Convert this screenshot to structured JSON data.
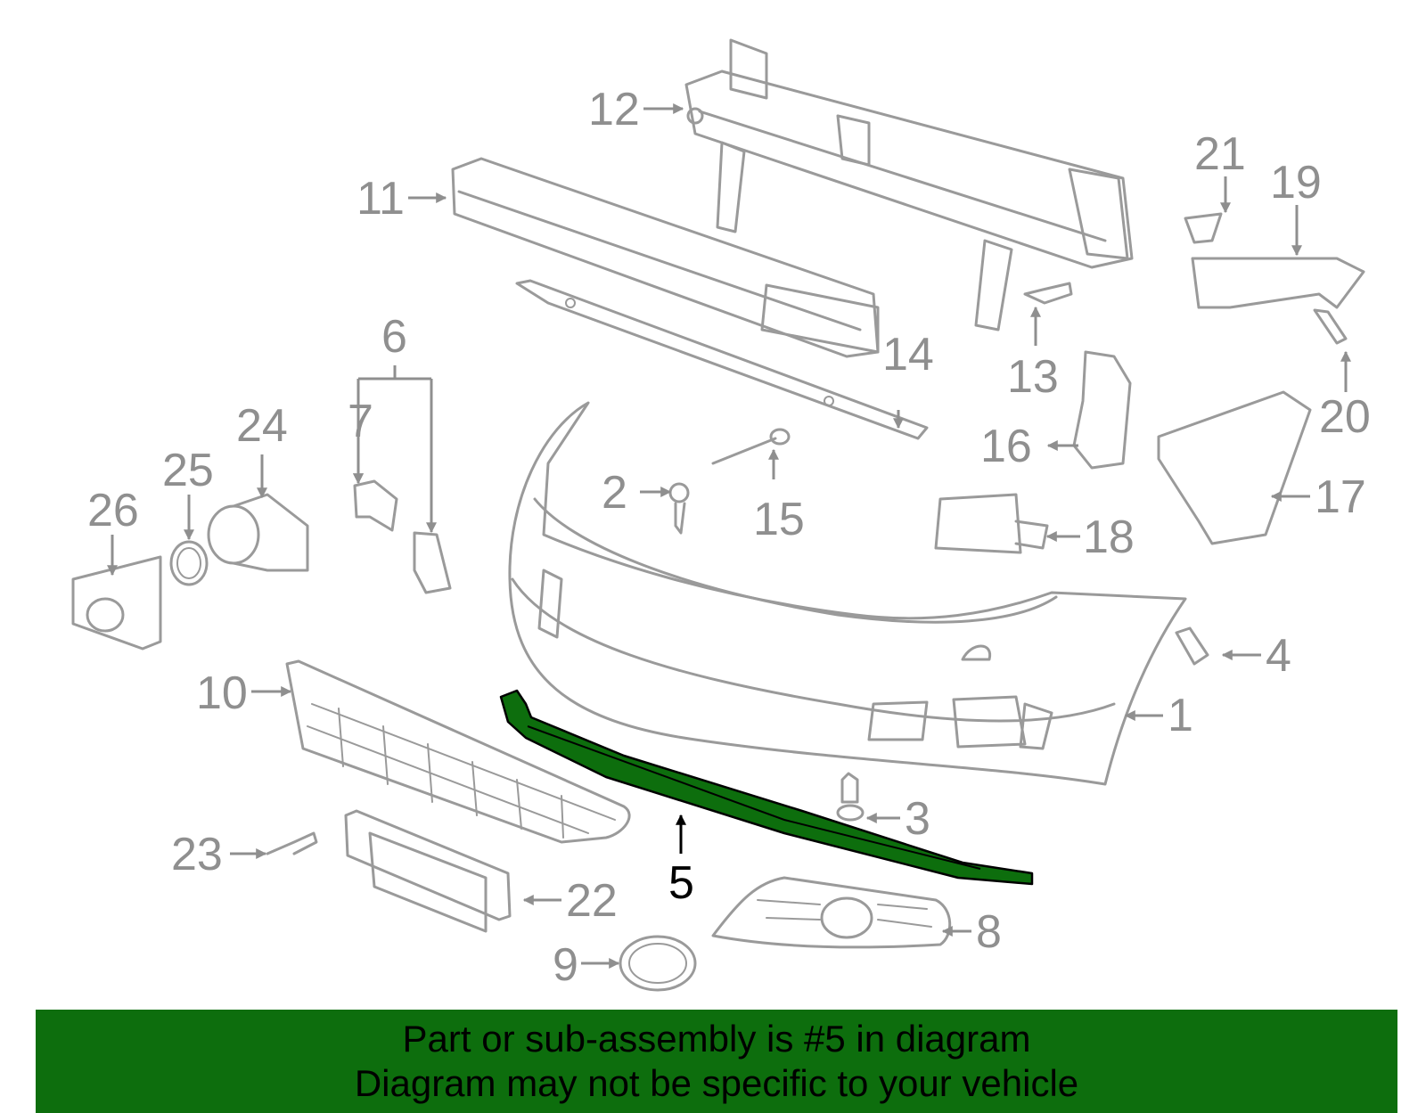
{
  "highlight_color": "#0d6e0d",
  "highlighted_part": "5",
  "callouts": {
    "c1": "1",
    "c2": "2",
    "c3": "3",
    "c4": "4",
    "c5": "5",
    "c6": "6",
    "c7": "7",
    "c8": "8",
    "c9": "9",
    "c10": "10",
    "c11": "11",
    "c12": "12",
    "c13": "13",
    "c14": "14",
    "c15": "15",
    "c16": "16",
    "c17": "17",
    "c18": "18",
    "c19": "19",
    "c20": "20",
    "c21": "21",
    "c22": "22",
    "c23": "23",
    "c24": "24",
    "c25": "25",
    "c26": "26"
  },
  "banner": {
    "line1": "Part or sub-assembly is #5 in diagram",
    "line2": "Diagram may not be specific to your vehicle"
  }
}
